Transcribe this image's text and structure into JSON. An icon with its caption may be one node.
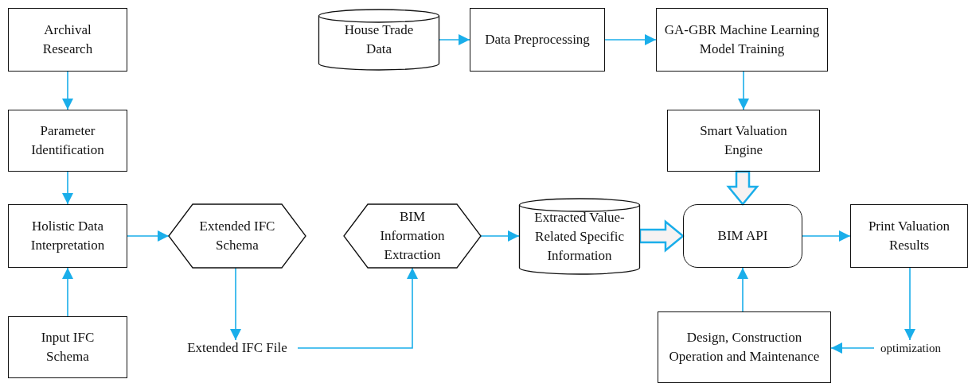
{
  "diagram": {
    "nodes": [
      {
        "text": [
          "Archival Research"
        ]
      },
      {
        "text": [
          "Parameter Identification"
        ]
      },
      {
        "text": [
          "Holistic Data Interpretation"
        ]
      },
      {
        "text": [
          "Input IFC Schema"
        ]
      },
      {
        "text": [
          "Extended IFC Schema"
        ]
      },
      {
        "text": [
          "BIM Information Extraction"
        ]
      },
      {
        "text": [
          "Extracted Value-Related Specific Information"
        ]
      },
      {
        "text": [
          "House Trade Data"
        ]
      },
      {
        "text": [
          "Data Preprocessing"
        ]
      },
      {
        "text": [
          "GA-GBR Machine Learning Model Training"
        ]
      },
      {
        "text": [
          "Smart Valuation Engine"
        ]
      },
      {
        "text": [
          "BIM API"
        ]
      },
      {
        "text": [
          "Print Valuation Results"
        ]
      },
      {
        "text": [
          "Design, Construction Operation and Maintenance"
        ]
      },
      {
        "text": [
          "Extended IFC File"
        ]
      },
      {
        "text": [
          "optimization"
        ]
      }
    ],
    "edges": [
      {
        "from": 0,
        "to": 1,
        "arrow": "to"
      },
      {
        "from": 1,
        "to": 2,
        "arrow": "to"
      },
      {
        "from": 3,
        "to": 2,
        "arrow": "to"
      },
      {
        "from": 2,
        "to": 4,
        "arrow": "to"
      },
      {
        "from": 4,
        "to": 14,
        "arrow": "to"
      },
      {
        "from": 14,
        "to": 5,
        "arrow": "to"
      },
      {
        "from": 5,
        "to": 6,
        "arrow": "to"
      },
      {
        "from": 6,
        "to": 11,
        "arrow": "to",
        "style": "thick"
      },
      {
        "from": 7,
        "to": 8,
        "arrow": "to"
      },
      {
        "from": 8,
        "to": 9,
        "arrow": "to"
      },
      {
        "from": 9,
        "to": 10,
        "arrow": "to"
      },
      {
        "from": 10,
        "to": 11,
        "arrow": "to",
        "style": "thick"
      },
      {
        "from": 11,
        "to": 12,
        "arrow": "to"
      },
      {
        "from": 13,
        "to": 11,
        "arrow": "to"
      },
      {
        "from": 12,
        "to": 15,
        "arrow": "to"
      },
      {
        "from": 15,
        "to": 13,
        "arrow": "to"
      }
    ]
  }
}
